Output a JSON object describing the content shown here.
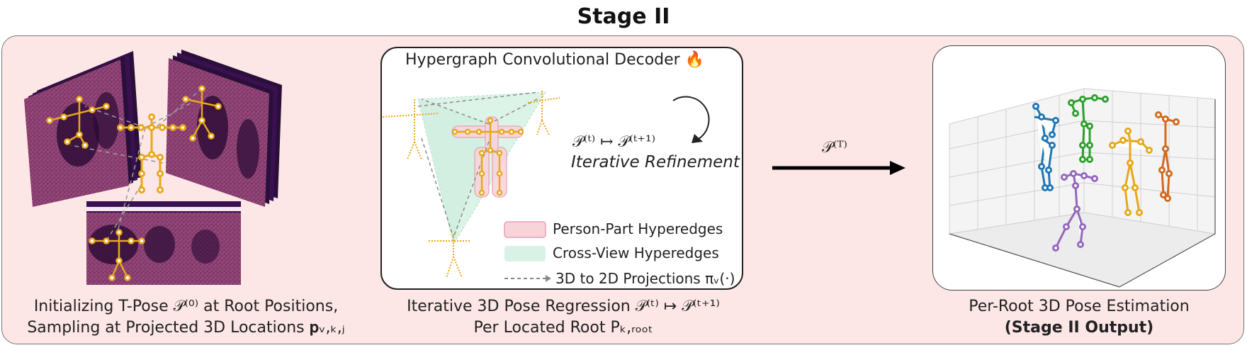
{
  "title": "Stage II",
  "left_caption": {
    "line1": "Initializing T-Pose 𝒫⁽⁰⁾ at Root Positions,",
    "line2": "Sampling at Projected 3D Locations 𝐩ᵥ,ₖ,ⱼ"
  },
  "decoder": {
    "title": "Hypergraph Convolutional Decoder 🔥",
    "update_formula": "𝒫⁽ᵗ⁾ ↦ 𝒫⁽ᵗ⁺¹⁾",
    "refinement_label": "Iterative Refinement",
    "legend": [
      {
        "label": "Person-Part Hyperedges",
        "color": "#f8d3da"
      },
      {
        "label": "Cross-View Hyperedges",
        "color": "#d9f2e6"
      },
      {
        "label": "3D to 2D Projections πᵥ(·)",
        "color": "#888888"
      }
    ]
  },
  "middle_caption": {
    "line1": "Iterative 3D Pose Regression 𝒫⁽ᵗ⁾ ↦ 𝒫⁽ᵗ⁺¹⁾",
    "line2": "Per Located Root Pₖ,ᵣₒₒₜ"
  },
  "arrow_label": "𝒫⁽ᵀ⁾",
  "right_caption": {
    "line1": "Per-Root 3D Pose Estimation",
    "line2": "(Stage II Output)"
  },
  "colors": {
    "panel_bg": "#fde6e6",
    "skeleton_gold": "#e8a818",
    "heatmap_dark": "#3a1150",
    "heatmap_mid": "#8a3a7a",
    "pose_blue": "#1f77b4",
    "pose_green": "#2ca02c",
    "pose_yellow": "#e6a817",
    "pose_orange": "#d2691e",
    "pose_purple": "#9467bd"
  }
}
